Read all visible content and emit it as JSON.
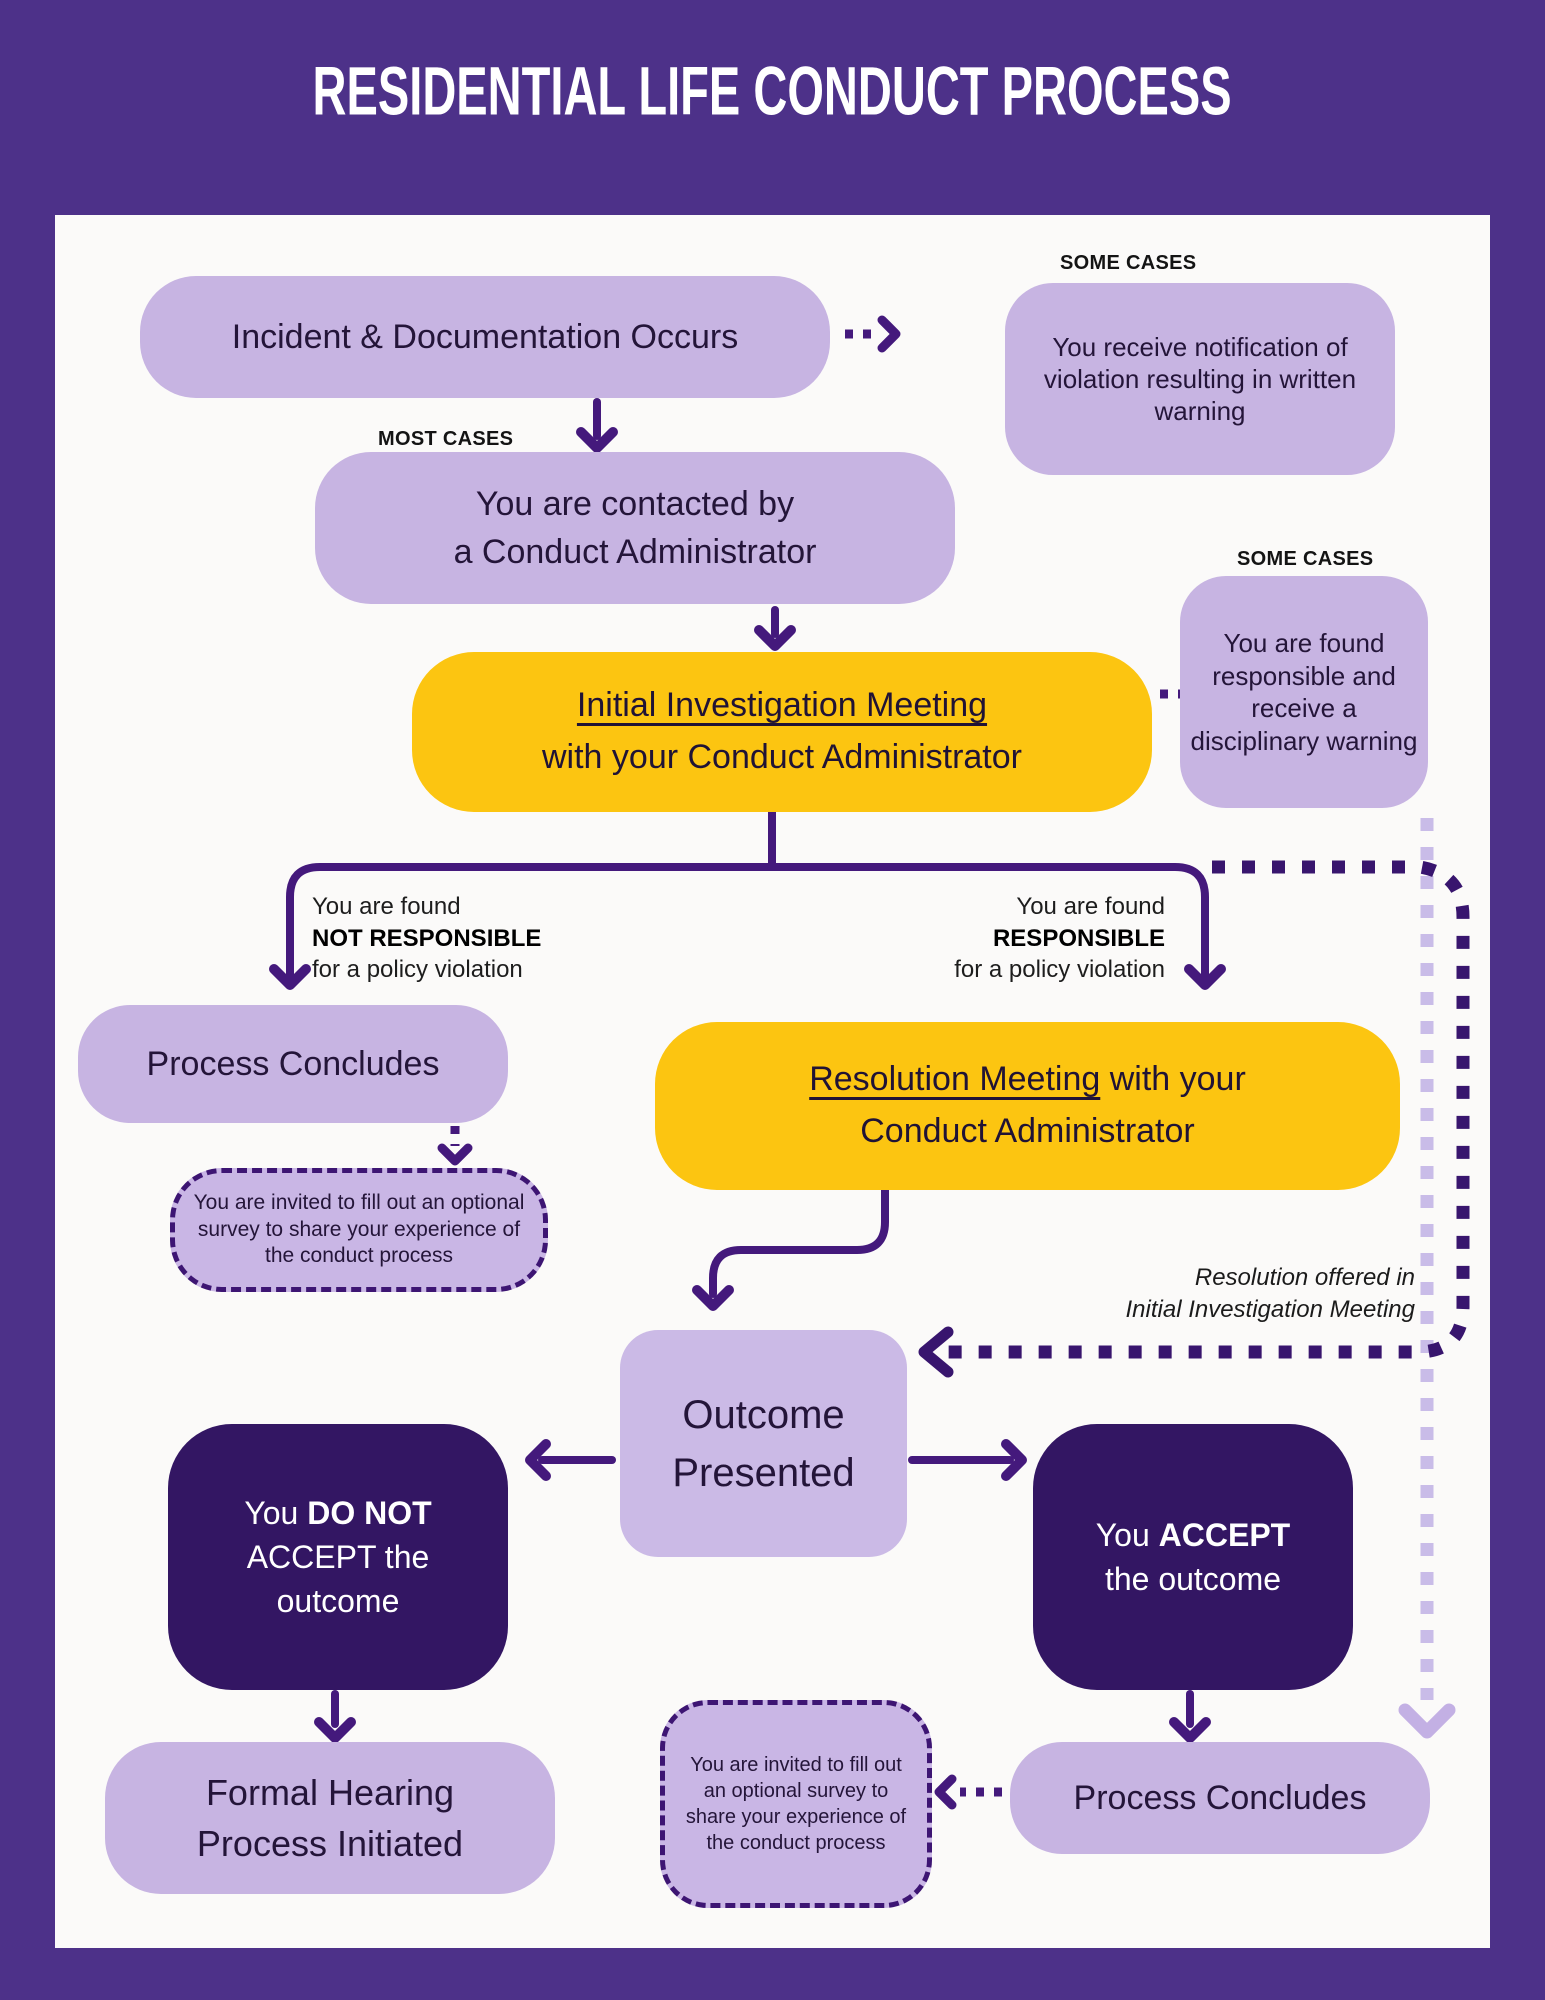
{
  "page": {
    "title": "RESIDENTIAL LIFE CONDUCT PROCESS"
  },
  "colors": {
    "frame_purple": "#4d3189",
    "light_purple": "#c7b4e2",
    "dark_purple_box": "#331663",
    "accent_yellow": "#fcc511",
    "arrow_purple": "#44197c",
    "light_dotted_purple": "#c9bce8",
    "background": "#fbfaf9"
  },
  "labels": {
    "some_cases_top": "SOME CASES",
    "most_cases": "MOST CASES",
    "some_cases_right": "SOME CASES"
  },
  "nodes": {
    "incident": {
      "text": "Incident & Documentation Occurs"
    },
    "written_warning": {
      "text": "You receive notification of violation resulting in written warning"
    },
    "contacted": {
      "line1": "You are contacted by",
      "line2": "a Conduct Administrator"
    },
    "initial_meeting": {
      "underlined": "Initial Investigation Meeting",
      "line2": "with your Conduct Administrator"
    },
    "disciplinary_warning": {
      "text": "You are found responsible and receive a disciplinary warning"
    },
    "branch_not_responsible": {
      "line1": "You are found",
      "line2": "NOT RESPONSIBLE",
      "line3": "for a policy violation"
    },
    "branch_responsible": {
      "line1": "You are found",
      "line2": "RESPONSIBLE",
      "line3": "for a policy violation"
    },
    "process_concludes_left": {
      "text": "Process Concludes"
    },
    "survey_left": {
      "text": "You are invited to fill out an optional survey to share your experience of the conduct process"
    },
    "resolution_meeting": {
      "underlined": "Resolution Meeting",
      "after": " with your",
      "line2": "Conduct Administrator"
    },
    "outcome": {
      "line1": "Outcome",
      "line2": "Presented"
    },
    "resolution_note": {
      "line1": "Resolution offered in",
      "line2": "Initial Investigation Meeting"
    },
    "do_not_accept": {
      "pre": "You ",
      "bold": "DO NOT",
      "line2": "ACCEPT the",
      "line3": "outcome"
    },
    "accept": {
      "pre": "You ",
      "bold": "ACCEPT",
      "line2": "the outcome"
    },
    "formal_hearing": {
      "line1": "Formal Hearing",
      "line2": "Process Initiated"
    },
    "process_concludes_bottom": {
      "text": "Process Concludes"
    },
    "survey_bottom": {
      "text": "You are invited to fill out an optional survey to share your experience of the conduct process"
    }
  }
}
